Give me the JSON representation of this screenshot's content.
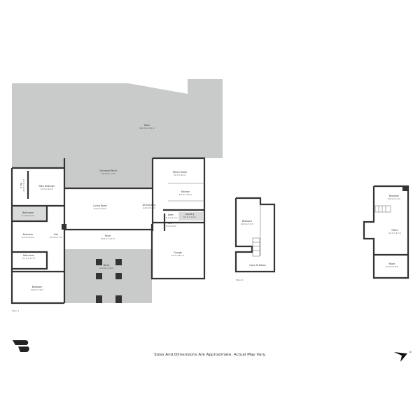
{
  "disclaimer": "Sizes And Dimensions Are Approximate, Actual May Vary.",
  "colors": {
    "outdoor_fill": "#c8cbca",
    "wall": "#333333",
    "interior": "#ffffff"
  },
  "icons": {
    "logo": "brand-logo",
    "compass": "north-arrow-icon"
  },
  "compass_letter": "N",
  "floors": [
    {
      "label": "Floor 1",
      "rooms": [
        {
          "name": "Deck",
          "dim": "24.0 m x 13.1 m"
        },
        {
          "name": "Screened Porch",
          "dim": "10.4 m x 3.7 m"
        },
        {
          "name": "Family Room",
          "dim": "5.6 m x 4.2 m"
        },
        {
          "name": "Kitchen",
          "dim": "5.2 m x 2.5 m"
        },
        {
          "name": "Main Bedroom",
          "dim": "3.9 m x 4.2 m"
        },
        {
          "name": "W.I.C",
          "dim": "2.1 m x 1.0 m"
        },
        {
          "name": "Bathroom",
          "dim": "4.1 m x 2.2 m"
        },
        {
          "name": "Living Room",
          "dim": "8.2 m x 4.6 m"
        },
        {
          "name": "Dining Area",
          "dim": "4.4 m x 5.4 m"
        },
        {
          "name": "Bath",
          "dim": "1.6 m x 1.7 m"
        },
        {
          "name": "Laundry",
          "dim": "3.0 m x 1.4 m"
        },
        {
          "name": "WC",
          "dim": "1.3 m x 0.8 m"
        },
        {
          "name": "Bedroom",
          "dim": "4.3 m x 3.8 m"
        },
        {
          "name": "Hall",
          "dim": "4.4 m x 1.7 m"
        },
        {
          "name": "Foyer",
          "dim": "10.3 m x 2.7 m"
        },
        {
          "name": "Bathroom",
          "dim": "3.1 m x 1.7 m"
        },
        {
          "name": "Porch",
          "dim": "11.2 m x 5.6 m"
        },
        {
          "name": "Garage",
          "dim": "5.8 m x 6.1 m"
        },
        {
          "name": "Bedroom",
          "dim": "3.6 m x 3.6 m"
        }
      ]
    },
    {
      "label": "Floor 2",
      "rooms": [
        {
          "name": "Bedroom",
          "dim": "2.6 m x 5.7 m"
        },
        {
          "name": "Open To Below",
          "dim": ""
        }
      ]
    },
    {
      "label": "",
      "rooms": [
        {
          "name": "Bedroom",
          "dim": "3.6 m x 3.4 m"
        },
        {
          "name": "Office",
          "dim": "3.6 m x 3.7 m"
        },
        {
          "name": "Room",
          "dim": "3.6 m x 2.6 m"
        }
      ]
    }
  ]
}
